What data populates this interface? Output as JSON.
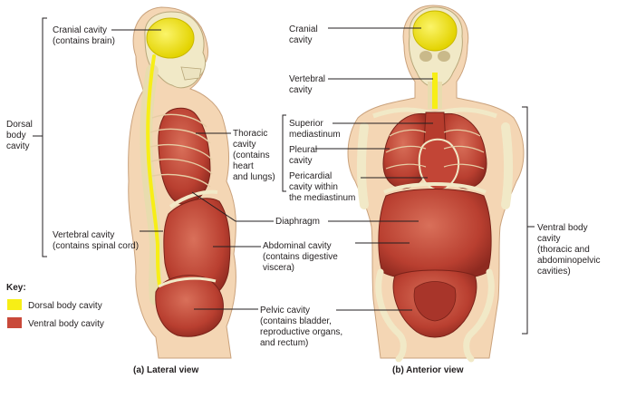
{
  "colors": {
    "dorsal": "#f7ee16",
    "ventral": "#c9493a",
    "skin": "#f4d6b4",
    "bone": "#f1e9c7"
  },
  "left_view": {
    "caption": "(a) Lateral view",
    "cranial_cavity": [
      "Cranial cavity",
      "(contains brain)"
    ],
    "dorsal_body_cavity": [
      "Dorsal",
      "body",
      "cavity"
    ],
    "thoracic_cavity": [
      "Thoracic",
      "cavity",
      "(contains",
      "heart",
      "and lungs)"
    ],
    "vertebral_cavity": [
      "Vertebral cavity",
      "(contains spinal cord)"
    ],
    "diaphragm": "Diaphragm",
    "abdominal_cavity": [
      "Abdominal cavity",
      "(contains digestive",
      "viscera)"
    ],
    "pelvic_cavity": [
      "Pelvic cavity",
      "(contains bladder,",
      "reproductive organs,",
      "and rectum)"
    ]
  },
  "right_view": {
    "caption": "(b) Anterior view",
    "cranial_cavity": [
      "Cranial",
      "cavity"
    ],
    "vertebral_cavity": [
      "Vertebral",
      "cavity"
    ],
    "superior_mediastinum": [
      "Superior",
      "mediastinum"
    ],
    "pleural_cavity": [
      "Pleural",
      "cavity"
    ],
    "pericardial_cavity": [
      "Pericardial",
      "cavity within",
      "the mediastinum"
    ],
    "ventral_body_cavity": [
      "Ventral body",
      "cavity",
      "(thoracic and",
      "abdominopelvic",
      "cavities)"
    ]
  },
  "key": {
    "title": "Key:",
    "items": [
      {
        "label": "Dorsal body cavity",
        "color": "#f7ee16"
      },
      {
        "label": "Ventral body cavity",
        "color": "#c9493a"
      }
    ]
  }
}
